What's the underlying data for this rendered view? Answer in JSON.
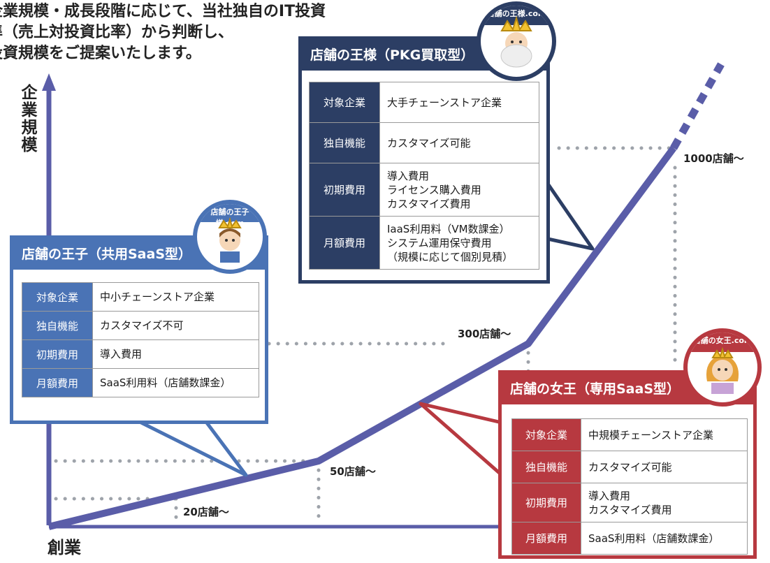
{
  "intro_lines": [
    "企業規模・成長段階に応じて、当社独自のIT投資",
    "準（売上対投資比率）から判断し、",
    "投資規模をご提案いたします。"
  ],
  "axis_label": "企業規模",
  "origin_label": "創業",
  "milestones": {
    "m20": "20店舗〜",
    "m50": "50店舗〜",
    "m300": "300店舗〜",
    "m1000": "1000店舗〜"
  },
  "colors": {
    "axis": "#5a5da8",
    "prince": "#4a73b5",
    "king": "#2c3e64",
    "queen": "#b73940",
    "dots": "#9ea3aa"
  },
  "panels": {
    "king": {
      "title": "店舗の王様（PKG買取型）",
      "badge_text": "店舗の王様.com",
      "rows": [
        {
          "key": "対象企業",
          "value": [
            "大手チェーンストア企業"
          ]
        },
        {
          "key": "独自機能",
          "value": [
            "カスタマイズ可能"
          ]
        },
        {
          "key": "初期費用",
          "value": [
            "導入費用",
            "ライセンス購入費用",
            "カスタマイズ費用"
          ]
        },
        {
          "key": "月額費用",
          "value": [
            "IaaS利用料（VM数課金）",
            "システム運用保守費用",
            "（規模に応じて個別見積）"
          ]
        }
      ]
    },
    "prince": {
      "title": "店舗の王子（共用SaaS型）",
      "badge_text": "店舗の王子様.com",
      "rows": [
        {
          "key": "対象企業",
          "value": [
            "中小チェーンストア企業"
          ]
        },
        {
          "key": "独自機能",
          "value": [
            "カスタマイズ不可"
          ]
        },
        {
          "key": "初期費用",
          "value": [
            "導入費用"
          ]
        },
        {
          "key": "月額費用",
          "value": [
            "SaaS利用料（店舗数課金）"
          ]
        }
      ]
    },
    "queen": {
      "title": "店舗の女王（専用SaaS型）",
      "badge_text": "店舗の女王.com",
      "rows": [
        {
          "key": "対象企業",
          "value": [
            "中規模チェーンストア企業"
          ]
        },
        {
          "key": "独自機能",
          "value": [
            "カスタマイズ可能"
          ]
        },
        {
          "key": "初期費用",
          "value": [
            "導入費用",
            "カスタマイズ費用"
          ]
        },
        {
          "key": "月額費用",
          "value": [
            "SaaS利用料（店舗数課金）"
          ]
        }
      ]
    }
  }
}
